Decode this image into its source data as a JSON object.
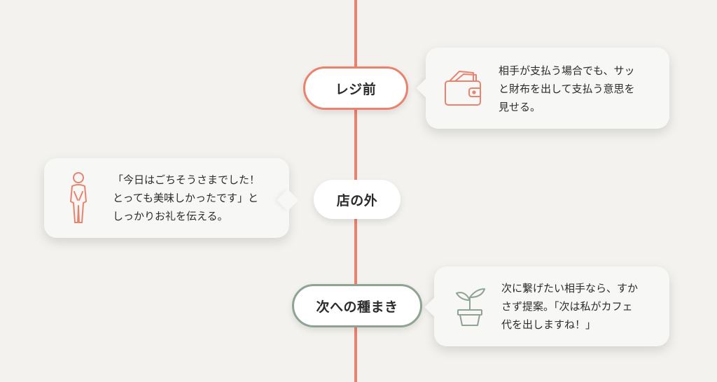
{
  "colors": {
    "background": "#f3f2ee",
    "timeline": "#e9836f",
    "coral_accent": "#e9836f",
    "sage_accent": "#8fa392"
  },
  "steps": [
    {
      "label": "レジ前",
      "text": "相手が支払う場合でも、サッ\nと財布を出して支払う意思を\n見せる。",
      "icon": "wallet-icon"
    },
    {
      "label": "店の外",
      "text": "「今日はごちそうさまでした！\nとっても美味しかったです」と\nしっかりお礼を伝える。",
      "icon": "bowing-person-icon"
    },
    {
      "label": "次への種まき",
      "text": "次に繋げたい相手なら、すか\nさず提案。「次は私がカフェ\n代を出しますね！」",
      "icon": "sprout-pot-icon"
    }
  ]
}
